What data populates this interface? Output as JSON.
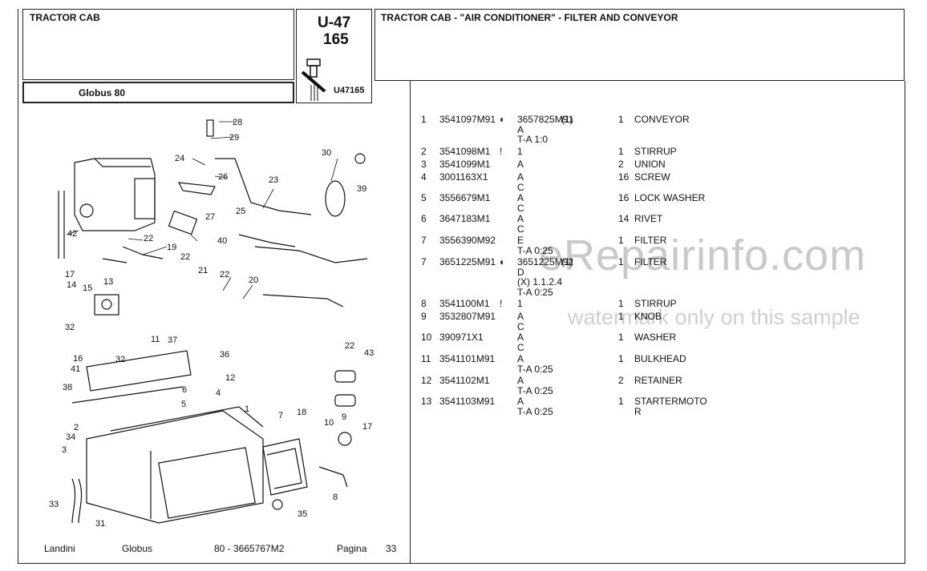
{
  "header": {
    "left_title": "TRACTOR CAB",
    "model": "Globus 80",
    "page_code_line1": "U-47",
    "page_code_line2": "165",
    "image_code": "U47165",
    "right_title": "TRACTOR CAB - \"AIR CONDITIONER\" - FILTER AND CONVEYOR"
  },
  "callouts": [
    "28",
    "29",
    "24",
    "26",
    "23",
    "30",
    "39",
    "25",
    "27",
    "22",
    "40",
    "19",
    "42",
    "22",
    "21",
    "22",
    "20",
    "17",
    "14",
    "15",
    "13",
    "32",
    "36",
    "16",
    "32",
    "11",
    "37",
    "22",
    "43",
    "41",
    "12",
    "38",
    "6",
    "5",
    "4",
    "18",
    "2",
    "34",
    "1",
    "7",
    "10",
    "9",
    "17",
    "3",
    "8",
    "33",
    "35",
    "31"
  ],
  "parts": [
    {
      "no": "1",
      "part": "3541097M91",
      "mark": "◐",
      "ref": [
        "3657825M91",
        "A",
        "T-A 1:0"
      ],
      "note": "(1)",
      "qty": "1",
      "desc": "CONVEYOR"
    },
    {
      "no": "2",
      "part": "3541098M1",
      "mark": "!",
      "ref": [
        "1"
      ],
      "note": "",
      "qty": "1",
      "desc": "STIRRUP"
    },
    {
      "no": "3",
      "part": "3541099M1",
      "mark": "",
      "ref": [
        "A"
      ],
      "note": "",
      "qty": "2",
      "desc": "UNION"
    },
    {
      "no": "4",
      "part": "3001163X1",
      "mark": "",
      "ref": [
        "A",
        "C"
      ],
      "note": "",
      "qty": "16",
      "desc": "SCREW"
    },
    {
      "no": "5",
      "part": "3556679M1",
      "mark": "",
      "ref": [
        "A",
        "C"
      ],
      "note": "",
      "qty": "16",
      "desc": "LOCK WASHER"
    },
    {
      "no": "6",
      "part": "3647183M1",
      "mark": "",
      "ref": [
        "A",
        "C"
      ],
      "note": "",
      "qty": "14",
      "desc": "RIVET"
    },
    {
      "no": "7",
      "part": "3556390M92",
      "mark": "",
      "ref": [
        "E",
        "T-A 0:25"
      ],
      "note": "",
      "qty": "1",
      "desc": "FILTER"
    },
    {
      "no": "7",
      "part": "3651225M91",
      "mark": "◐",
      "ref": [
        "3651225M92",
        "D",
        "(X) 1.1.2.4",
        "T-A 0:25"
      ],
      "note": "(1)",
      "qty": "1",
      "desc": "FILTER"
    },
    {
      "no": "8",
      "part": "3541100M1",
      "mark": "!",
      "ref": [
        "1"
      ],
      "note": "",
      "qty": "1",
      "desc": "STIRRUP"
    },
    {
      "no": "9",
      "part": "3532807M91",
      "mark": "",
      "ref": [
        "A",
        "C"
      ],
      "note": "",
      "qty": "1",
      "desc": "KNOB"
    },
    {
      "no": "10",
      "part": "390971X1",
      "mark": "",
      "ref": [
        "A",
        "C"
      ],
      "note": "",
      "qty": "1",
      "desc": "WASHER"
    },
    {
      "no": "11",
      "part": "3541101M91",
      "mark": "",
      "ref": [
        "A",
        "T-A 0:25"
      ],
      "note": "",
      "qty": "1",
      "desc": "BULKHEAD"
    },
    {
      "no": "12",
      "part": "3541102M1",
      "mark": "",
      "ref": [
        "A",
        "T-A 0:25"
      ],
      "note": "",
      "qty": "2",
      "desc": "RETAINER"
    },
    {
      "no": "13",
      "part": "3541103M91",
      "mark": "",
      "ref": [
        "A",
        "T-A 0:25"
      ],
      "note": "",
      "qty": "1",
      "desc": "STARTERMOTO\nR"
    }
  ],
  "watermark": {
    "main": "eRepairinfo.com",
    "sub": "watermark only on this sample"
  },
  "footer": {
    "brand": "Landini",
    "series": "Globus",
    "code": "80 - 3665767M2",
    "page_label": "Pagina",
    "page_no": "33"
  }
}
